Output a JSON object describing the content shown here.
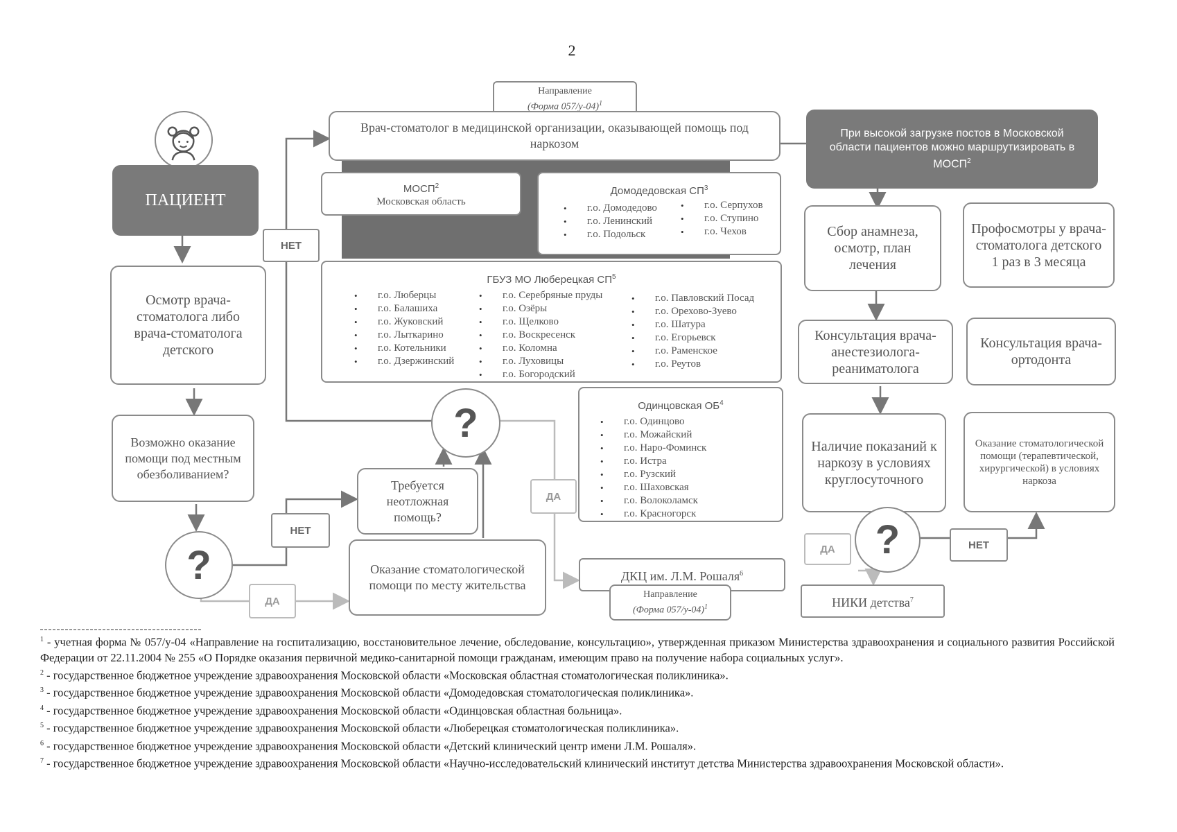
{
  "page_number": "2",
  "referral_top": {
    "title": "Направление",
    "form": "(Форма 057/у-04)",
    "sup": "1"
  },
  "referral_bottom": {
    "title": "Направление",
    "form": "(Форма 057/у-04)",
    "sup": "1"
  },
  "dentist_anesthesia": "Врач-стоматолог в медицинской организации, оказывающей помощь под наркозом",
  "patient": "ПАЦИЕНТ",
  "exam": "Осмотр врача-стоматолога либо врача-стоматолога детского",
  "local_anesthesia_q": "Возможно оказание помощи под местным обезболиванием?",
  "urgent_q": "Требуется неотложная помощь?",
  "local_care": "Оказание стоматологической помощи по месту жительства",
  "labels": {
    "no": "НЕТ",
    "yes": "ДА"
  },
  "question_mark": "?",
  "mosp": {
    "title": "МОСП",
    "sup": "2",
    "subtitle": "Московская область"
  },
  "domodedovo": {
    "title": "Домодедовская СП",
    "sup": "3",
    "col1": [
      "г.о. Домодедово",
      "г.о. Ленинский",
      "г.о. Подольск"
    ],
    "col2": [
      "г.о. Серпухов",
      "г.о. Ступино",
      "г.о. Чехов"
    ]
  },
  "lyubertsy": {
    "title": "ГБУЗ МО Люберецкая СП",
    "sup": "5",
    "col1": [
      "г.о. Люберцы",
      "г.о. Балашиха",
      "г.о. Жуковский",
      "г.о. Лыткарино",
      "г.о. Котельники",
      "г.о. Дзержинский"
    ],
    "col2": [
      "г.о. Серебряные пруды",
      "г.о. Озёры",
      "г.о. Щелково",
      "г.о. Воскресенск",
      "г.о. Коломна",
      "г.о. Луховицы",
      "г.о. Богородский"
    ],
    "col3": [
      "г.о. Павловский Посад",
      "г.о. Орехово-Зуево",
      "г.о. Шатура",
      "г.о. Егорьевск",
      "г.о. Раменское",
      "г.о. Реутов"
    ]
  },
  "odintsovo": {
    "title": "Одинцовская ОБ",
    "sup": "4",
    "items": [
      "г.о. Одинцово",
      "г.о. Можайский",
      "г.о. Наро-Фоминск",
      "г.о. Истра",
      "г.о. Рузский",
      "г.о. Шаховская",
      "г.о. Волоколамск",
      "г.о. Красногорск"
    ]
  },
  "dkc": {
    "text": "ДКЦ им. Л.М. Рошаля",
    "sup": "6"
  },
  "high_load": "При высокой загрузке постов в Московской области пациентов можно маршрутизировать в МОСП",
  "high_load_sup": "2",
  "anamnesis": "Сбор анамнеза, осмотр, план лечения",
  "checkups": "Профосмотры у врача-стоматолога детского 1 раз в 3 месяца",
  "anesth_consult": "Консультация врача-анестезиолога-реаниматолога",
  "ortho_consult": "Консультация врача-ортодонта",
  "indications": "Наличие показаний к наркозу в условиях круглосуточного",
  "care_anesthesia": "Оказание стоматологической помощи (терапевтической, хирургической) в условиях наркоза",
  "niki": {
    "text": "НИКИ детства",
    "sup": "7"
  },
  "footnotes": [
    {
      "num": "1",
      "text": " - учетная форма № 057/у-04 «Направление на госпитализацию, восстановительное лечение, обследование, консультацию», утвержденная приказом Министерства здравоохранения и социального развития Российской Федерации от 22.11.2004 № 255 «О Порядке оказания первичной медико-санитарной помощи гражданам, имеющим право на получение набора социальных услуг»."
    },
    {
      "num": "2",
      "text": " - государственное бюджетное учреждение здравоохранения Московской области «Московская областная стоматологическая поликлиника»."
    },
    {
      "num": "3",
      "text": " - государственное бюджетное учреждение здравоохранения Московской области «Домодедовская стоматологическая поликлиника»."
    },
    {
      "num": "4",
      "text": " - государственное бюджетное учреждение здравоохранения Московской области «Одинцовская областная больница»."
    },
    {
      "num": "5",
      "text": " - государственное бюджетное учреждение здравоохранения Московской области «Люберецкая стоматологическая поликлиника»."
    },
    {
      "num": "6",
      "text": " - государственное бюджетное учреждение здравоохранения Московской области «Детский клинический центр имени Л.М. Рошаля»."
    },
    {
      "num": "7",
      "text": " - государственное бюджетное учреждение здравоохранения Московской области «Научно-исследовательский клинический институт детства Министерства здравоохранения Московской области»."
    }
  ]
}
